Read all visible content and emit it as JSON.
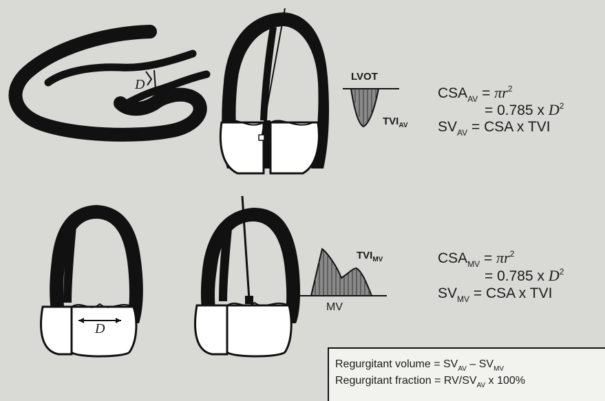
{
  "diagram": {
    "top_row": {
      "label_d": "D",
      "waveform_label": "LVOT",
      "tvi_base": "TVI",
      "tvi_sub": "AV",
      "csa_base": "CSA",
      "csa_sub": "AV",
      "eq": "=",
      "pi": "π",
      "r": "r",
      "sq": "2",
      "line2": "= 0.785 x ",
      "line2_d": "D",
      "line2_sq": "2",
      "sv_base": "SV",
      "sv_sub": "AV",
      "sv_rest": " = CSA x TVI"
    },
    "bottom_row": {
      "label_d": "D",
      "waveform_label": "MV",
      "tvi_base": "TVI",
      "tvi_sub": "MV",
      "csa_base": "CSA",
      "csa_sub": "MV",
      "eq": "=",
      "pi": "π",
      "r": "r",
      "sq": "2",
      "line2": "= 0.785 x ",
      "line2_d": "D",
      "line2_sq": "2",
      "sv_base": "SV",
      "sv_sub": "MV",
      "sv_rest": " = CSA x TVI"
    },
    "box": {
      "rv_text": "Regurgitant volume = SV",
      "rv_sub1": "AV",
      "rv_mid": " – SV",
      "rv_sub2": "MV",
      "rf_text": "Regurgitant fraction = RV/SV",
      "rf_sub": "AV",
      "rf_end": " x 100%"
    }
  }
}
